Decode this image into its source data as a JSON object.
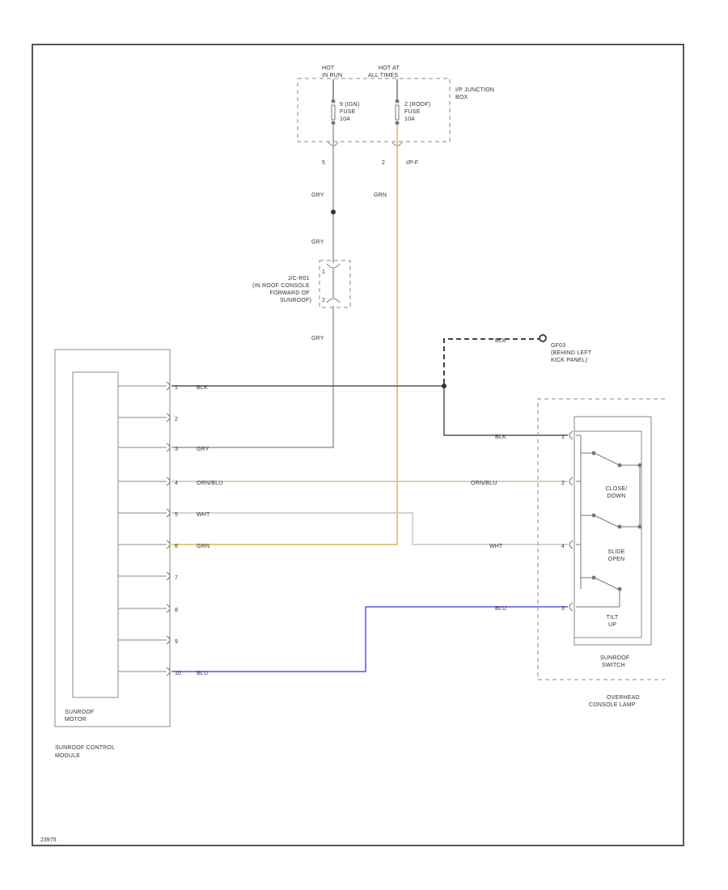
{
  "power": {
    "hot_in_run": "HOT IN RUN",
    "hot_at_all_times": "HOT AT ALL TIMES",
    "junction_box_label": "I/P JUNCTION BOX",
    "fuse_a": "9 (IGN) FUSE 10A",
    "fuse_b": "2 (ROOF) FUSE 10A",
    "pin_a": "5",
    "pin_b": "2",
    "conn_b": "I/P-F"
  },
  "splice": {
    "label": "J/C-R01 (IN ROOF CONSOLE FORWARD OF SUNROOF)",
    "pin_top": "1",
    "pin_bottom": "2"
  },
  "ground": {
    "label": "GF03 (BEHIND LEFT KICK PANEL)"
  },
  "wires": {
    "gry_1": "GRY",
    "grn_1": "GRN",
    "gry_2": "GRY",
    "gry_3": "GRY",
    "blk_top": "BLK",
    "blk_ground": "BLK",
    "blk_switch": "BLK",
    "gry_pin3": "GRY",
    "orn_blu_l": "ORN/BLU",
    "orn_blu_r": "ORN/BLU",
    "wht_l": "WHT",
    "wht_r": "WHT",
    "grn_pin6": "GRN",
    "blu_l": "BLU",
    "blu_r": "BLU"
  },
  "module": {
    "title": "SUNROOF CONTROL MODULE",
    "motor_label": "SUNROOF MOTOR",
    "pins": [
      "1",
      "2",
      "3",
      "4",
      "5",
      "6",
      "7",
      "8",
      "9",
      "10"
    ]
  },
  "switch": {
    "close_down": "CLOSE/ DOWN",
    "slide_open": "SLIDE OPEN",
    "tilt_up": "TILT UP",
    "switch_label": "SUNROOF SWITCH",
    "lamp_label": "OVERHEAD CONSOLE LAMP",
    "pins": [
      "1",
      "2",
      "4",
      "3"
    ]
  },
  "figure_id": "23975",
  "colors": {
    "frame": "#555555",
    "gry": "#9a9a9a",
    "grn": "#d8b857",
    "blk": "#555555",
    "orn_blu": "#cdbf9b",
    "wht": "#c6c6c6",
    "blu": "#5757ea"
  }
}
